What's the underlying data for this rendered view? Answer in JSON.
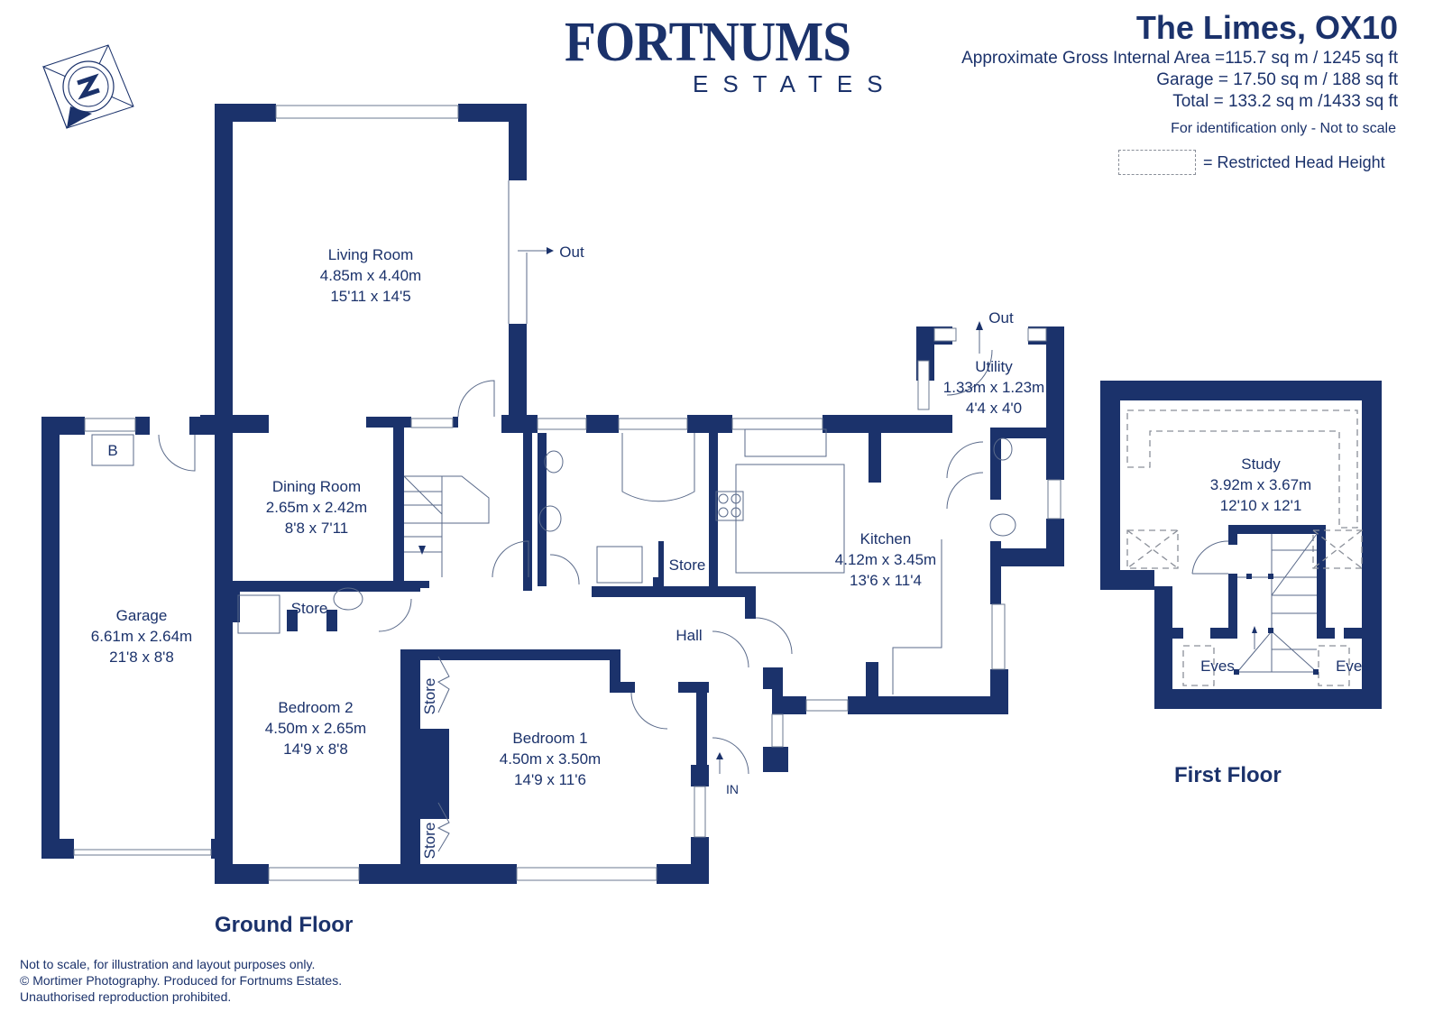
{
  "header": {
    "property_title": "The Limes, OX10",
    "area_lines": [
      "Approximate Gross Internal Area =115.7 sq m / 1245 sq ft",
      "Garage = 17.50 sq m / 188 sq ft",
      "Total = 133.2 sq m /1433 sq ft"
    ],
    "note": "For identification only - Not to scale",
    "legend_label": "= Restricted Head Height"
  },
  "logo": {
    "main": "FORTNUMS",
    "sub": "ESTATES"
  },
  "compass": {
    "label": "N",
    "icon": "compass-north-icon"
  },
  "floors": {
    "ground": {
      "label": "Ground Floor",
      "rooms": [
        {
          "name": "Living Room",
          "metric": "4.85m x 4.40m",
          "imperial": "15'11 x 14'5"
        },
        {
          "name": "Dining Room",
          "metric": "2.65m x 2.42m",
          "imperial": "8'8 x 7'11"
        },
        {
          "name": "Garage",
          "metric": "6.61m x 2.64m",
          "imperial": "21'8 x 8'8"
        },
        {
          "name": "Kitchen",
          "metric": "4.12m x 3.45m",
          "imperial": "13'6 x 11'4"
        },
        {
          "name": "Utility",
          "metric": "1.33m x 1.23m",
          "imperial": "4'4 x 4'0"
        },
        {
          "name": "Bedroom 2",
          "metric": "4.50m x 2.65m",
          "imperial": "14'9 x 8'8"
        },
        {
          "name": "Bedroom 1",
          "metric": "4.50m x 3.50m",
          "imperial": "14'9 x 11'6"
        }
      ],
      "labels": {
        "hall": "Hall",
        "store": "Store",
        "boiler": "B",
        "out": "Out",
        "in": "IN"
      }
    },
    "first": {
      "label": "First Floor",
      "rooms": [
        {
          "name": "Study",
          "metric": "3.92m x 3.67m",
          "imperial": "12'10 x 12'1"
        }
      ],
      "labels": {
        "eves": "Eves"
      }
    }
  },
  "footer": {
    "lines": [
      "Not to scale, for illustration and layout purposes only.",
      "© Mortimer Photography. Produced for Fortnums Estates.",
      "Unauthorised reproduction prohibited."
    ]
  },
  "colors": {
    "brand": "#1b326b",
    "restricted": "#8a8f99"
  }
}
